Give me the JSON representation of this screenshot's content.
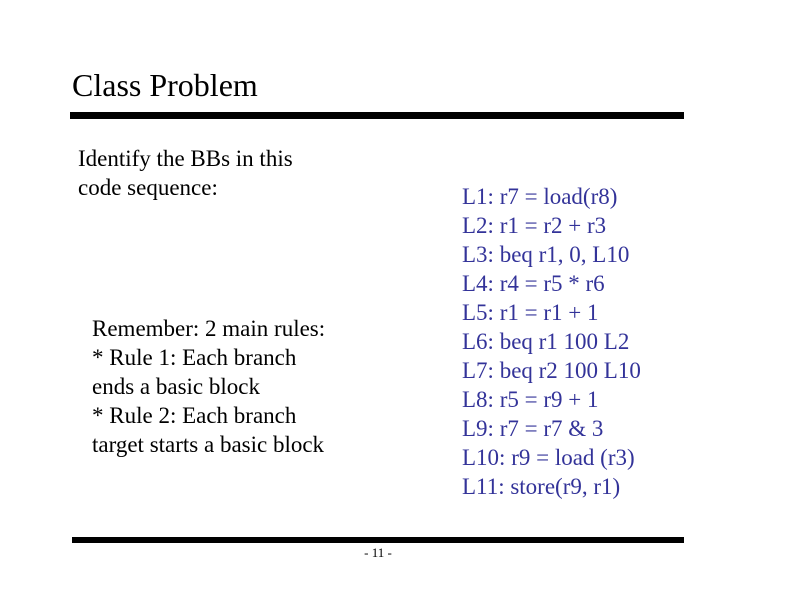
{
  "slide": {
    "title": "Class Problem",
    "page_number": "- 11 -",
    "intro_lines": [
      "Identify the BBs in this",
      "code sequence:"
    ],
    "rules_lines": [
      "Remember: 2 main rules:",
      "* Rule 1: Each branch",
      "ends a basic block",
      "* Rule 2: Each branch",
      "target starts a basic block"
    ],
    "code_lines": [
      "L1: r7 = load(r8)",
      "L2: r1 = r2 + r3",
      "L3: beq r1, 0, L10",
      "L4: r4 = r5 * r6",
      "L5: r1 = r1 + 1",
      "L6: beq r1 100 L2",
      "L7: beq r2 100 L10",
      "L8: r5 = r9 + 1",
      "L9: r7 = r7 & 3",
      "L10: r9 = load (r3)",
      "L11: store(r9, r1)"
    ],
    "colors": {
      "background": "#ffffff",
      "text": "#000000",
      "code_text": "#333399",
      "rule": "#000000"
    }
  }
}
